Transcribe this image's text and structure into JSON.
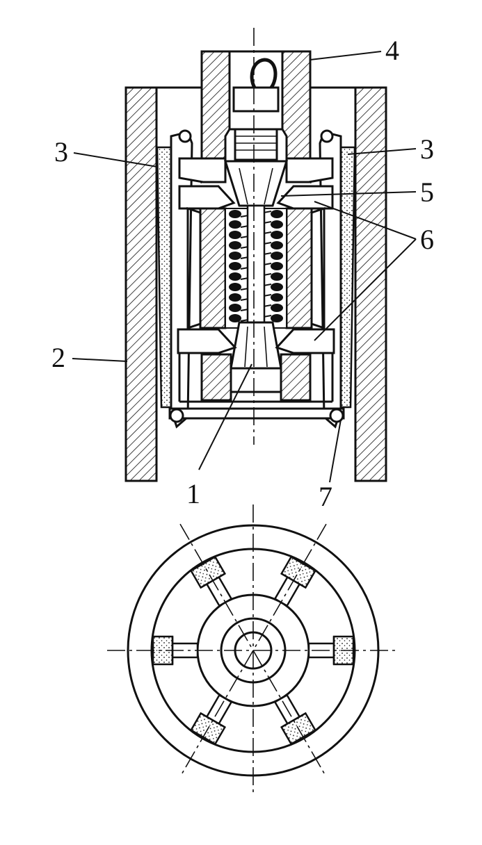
{
  "diagram": {
    "labels": [
      {
        "id": "1",
        "text": "1"
      },
      {
        "id": "2",
        "text": "2"
      },
      {
        "id": "3-left",
        "text": "3"
      },
      {
        "id": "3-right",
        "text": "3"
      },
      {
        "id": "4",
        "text": "4"
      },
      {
        "id": "5",
        "text": "5"
      },
      {
        "id": "6",
        "text": "6"
      },
      {
        "id": "7",
        "text": "7"
      }
    ]
  }
}
